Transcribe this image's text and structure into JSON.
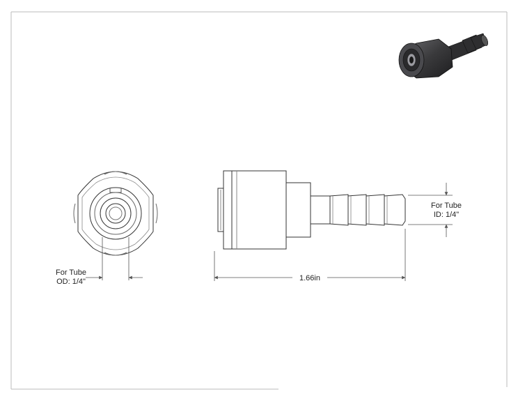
{
  "od_label": {
    "line1": "For Tube",
    "line2": "OD: 1/4\""
  },
  "id_label": {
    "line1": "For Tube",
    "line2": "ID: 1/4\""
  },
  "length_dimension": "1.66in",
  "colors": {
    "line": "#333333",
    "dim": "#555555",
    "frame": "#bbbbbb",
    "body": "#3a3a3c"
  }
}
